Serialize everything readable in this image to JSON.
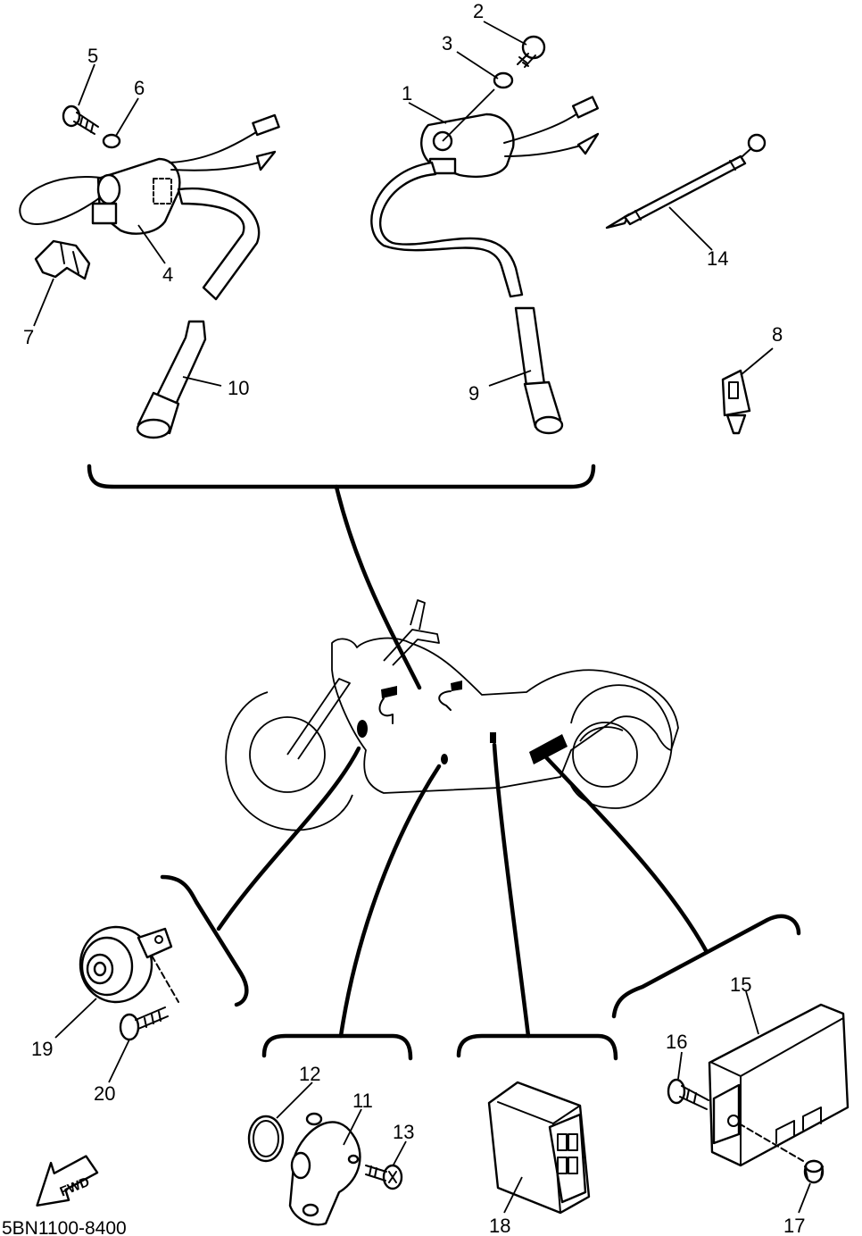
{
  "diagram": {
    "code": "5BN1100-8400",
    "fwd_label": "FWD",
    "callouts": [
      "1",
      "2",
      "3",
      "4",
      "5",
      "6",
      "7",
      "8",
      "9",
      "10",
      "11",
      "12",
      "13",
      "14",
      "15",
      "16",
      "17",
      "18",
      "19",
      "20"
    ]
  }
}
